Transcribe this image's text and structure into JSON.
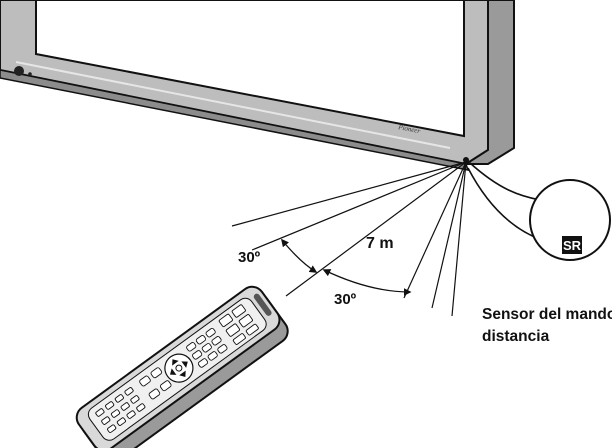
{
  "labels": {
    "distance": "7 m",
    "angle_left": "30º",
    "angle_right": "30º",
    "sensor_line1": "Sensor del mando a",
    "sensor_line2": "distancia",
    "sensor_badge": "SR",
    "brand": "Pioneer"
  },
  "colors": {
    "ink": "#111111",
    "bezel": "#bdbdbd",
    "bezel_dark": "#8c8c8c",
    "remote_body": "#d9d9d9",
    "remote_face": "#f0f0f0"
  }
}
